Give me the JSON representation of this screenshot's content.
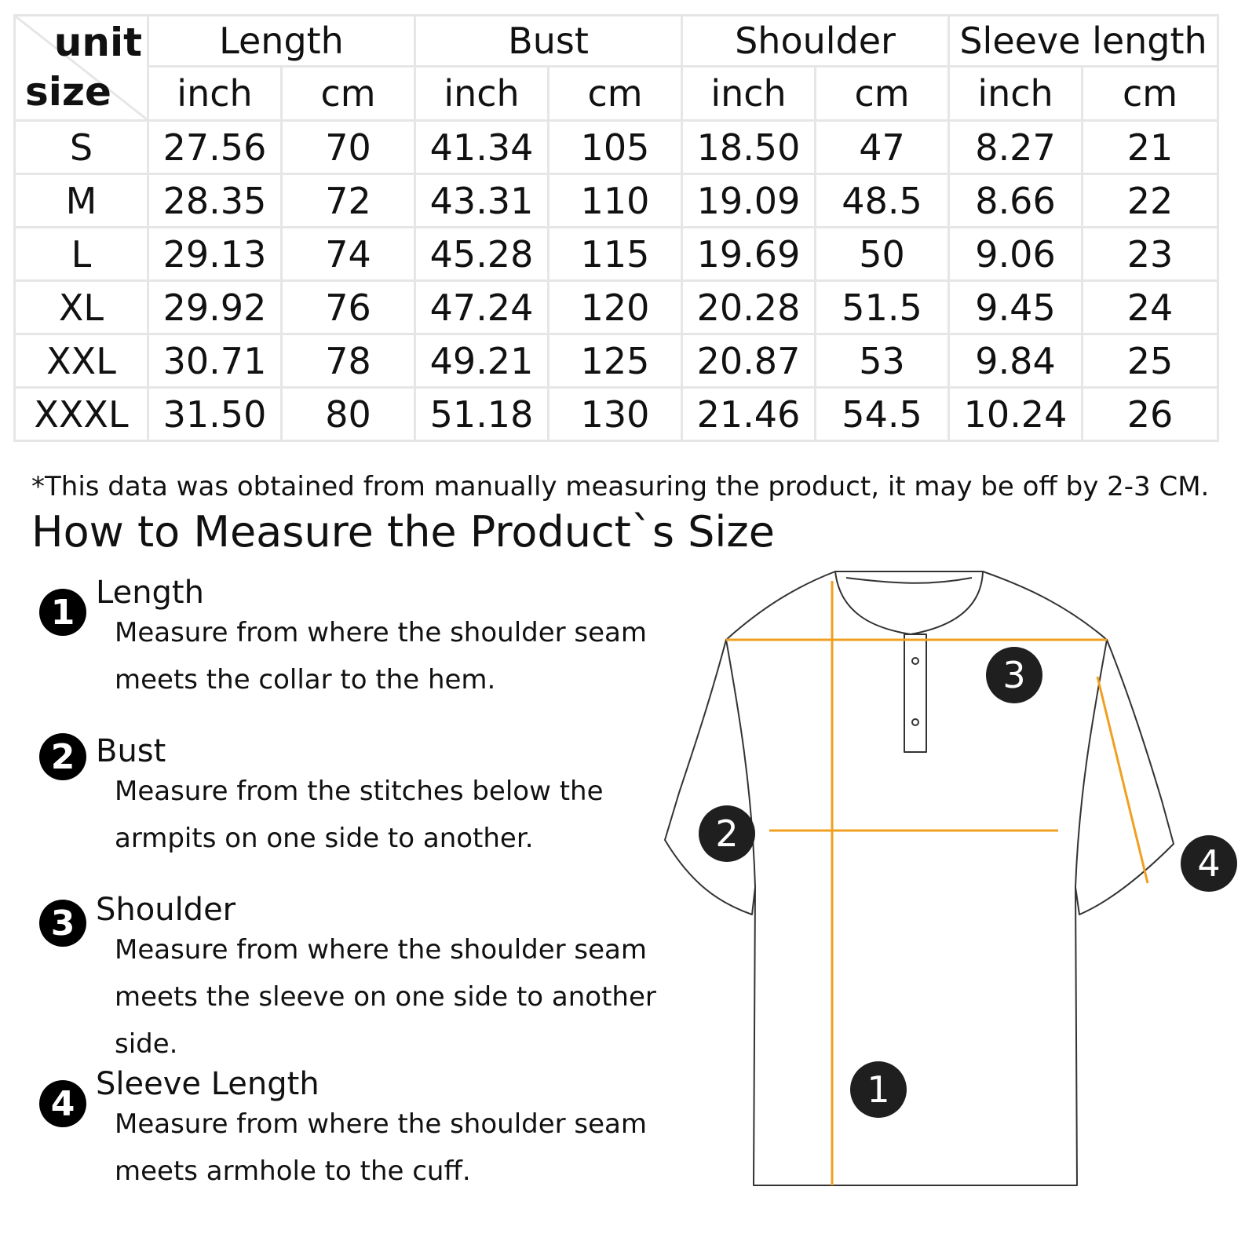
{
  "table": {
    "corner": {
      "unit": "unit",
      "size": "size"
    },
    "groups": [
      "Length",
      "Bust",
      "Shoulder",
      "Sleeve length"
    ],
    "units": [
      "inch",
      "cm",
      "inch",
      "cm",
      "inch",
      "cm",
      "inch",
      "cm"
    ],
    "rows": [
      {
        "size": "S",
        "values": [
          "27.56",
          "70",
          "41.34",
          "105",
          "18.50",
          "47",
          "8.27",
          "21"
        ]
      },
      {
        "size": "M",
        "values": [
          "28.35",
          "72",
          "43.31",
          "110",
          "19.09",
          "48.5",
          "8.66",
          "22"
        ]
      },
      {
        "size": "L",
        "values": [
          "29.13",
          "74",
          "45.28",
          "115",
          "19.69",
          "50",
          "9.06",
          "23"
        ]
      },
      {
        "size": "XL",
        "values": [
          "29.92",
          "76",
          "47.24",
          "120",
          "20.28",
          "51.5",
          "9.45",
          "24"
        ]
      },
      {
        "size": "XXL",
        "values": [
          "30.71",
          "78",
          "49.21",
          "125",
          "20.87",
          "53",
          "9.84",
          "25"
        ]
      },
      {
        "size": "XXXL",
        "values": [
          "31.50",
          "80",
          "51.18",
          "130",
          "21.46",
          "54.5",
          "10.24",
          "26"
        ]
      }
    ]
  },
  "note": "*This data was obtained from manually measuring the product, it may be off by 2-3 CM.",
  "guide_title": "How to Measure the Product`s Size",
  "instructions": [
    {
      "num": "1",
      "title": "Length",
      "text": "Measure from where the shoulder seam meets the collar to the hem."
    },
    {
      "num": "2",
      "title": "Bust",
      "text": "Measure from the stitches below the armpits on one side to another."
    },
    {
      "num": "3",
      "title": "Shoulder",
      "text": "Measure from where the shoulder seam meets the sleeve on one side to another side."
    },
    {
      "num": "4",
      "title": "Sleeve Length",
      "text": "Measure from where the shoulder seam meets armhole to the cuff."
    }
  ],
  "diagram": {
    "badges": {
      "length": "1",
      "bust": "2",
      "shoulder": "3",
      "sleeve": "4"
    },
    "colors": {
      "measure_line": "#f0a020",
      "outline": "#333333",
      "badge": "#1f1f1f"
    }
  }
}
